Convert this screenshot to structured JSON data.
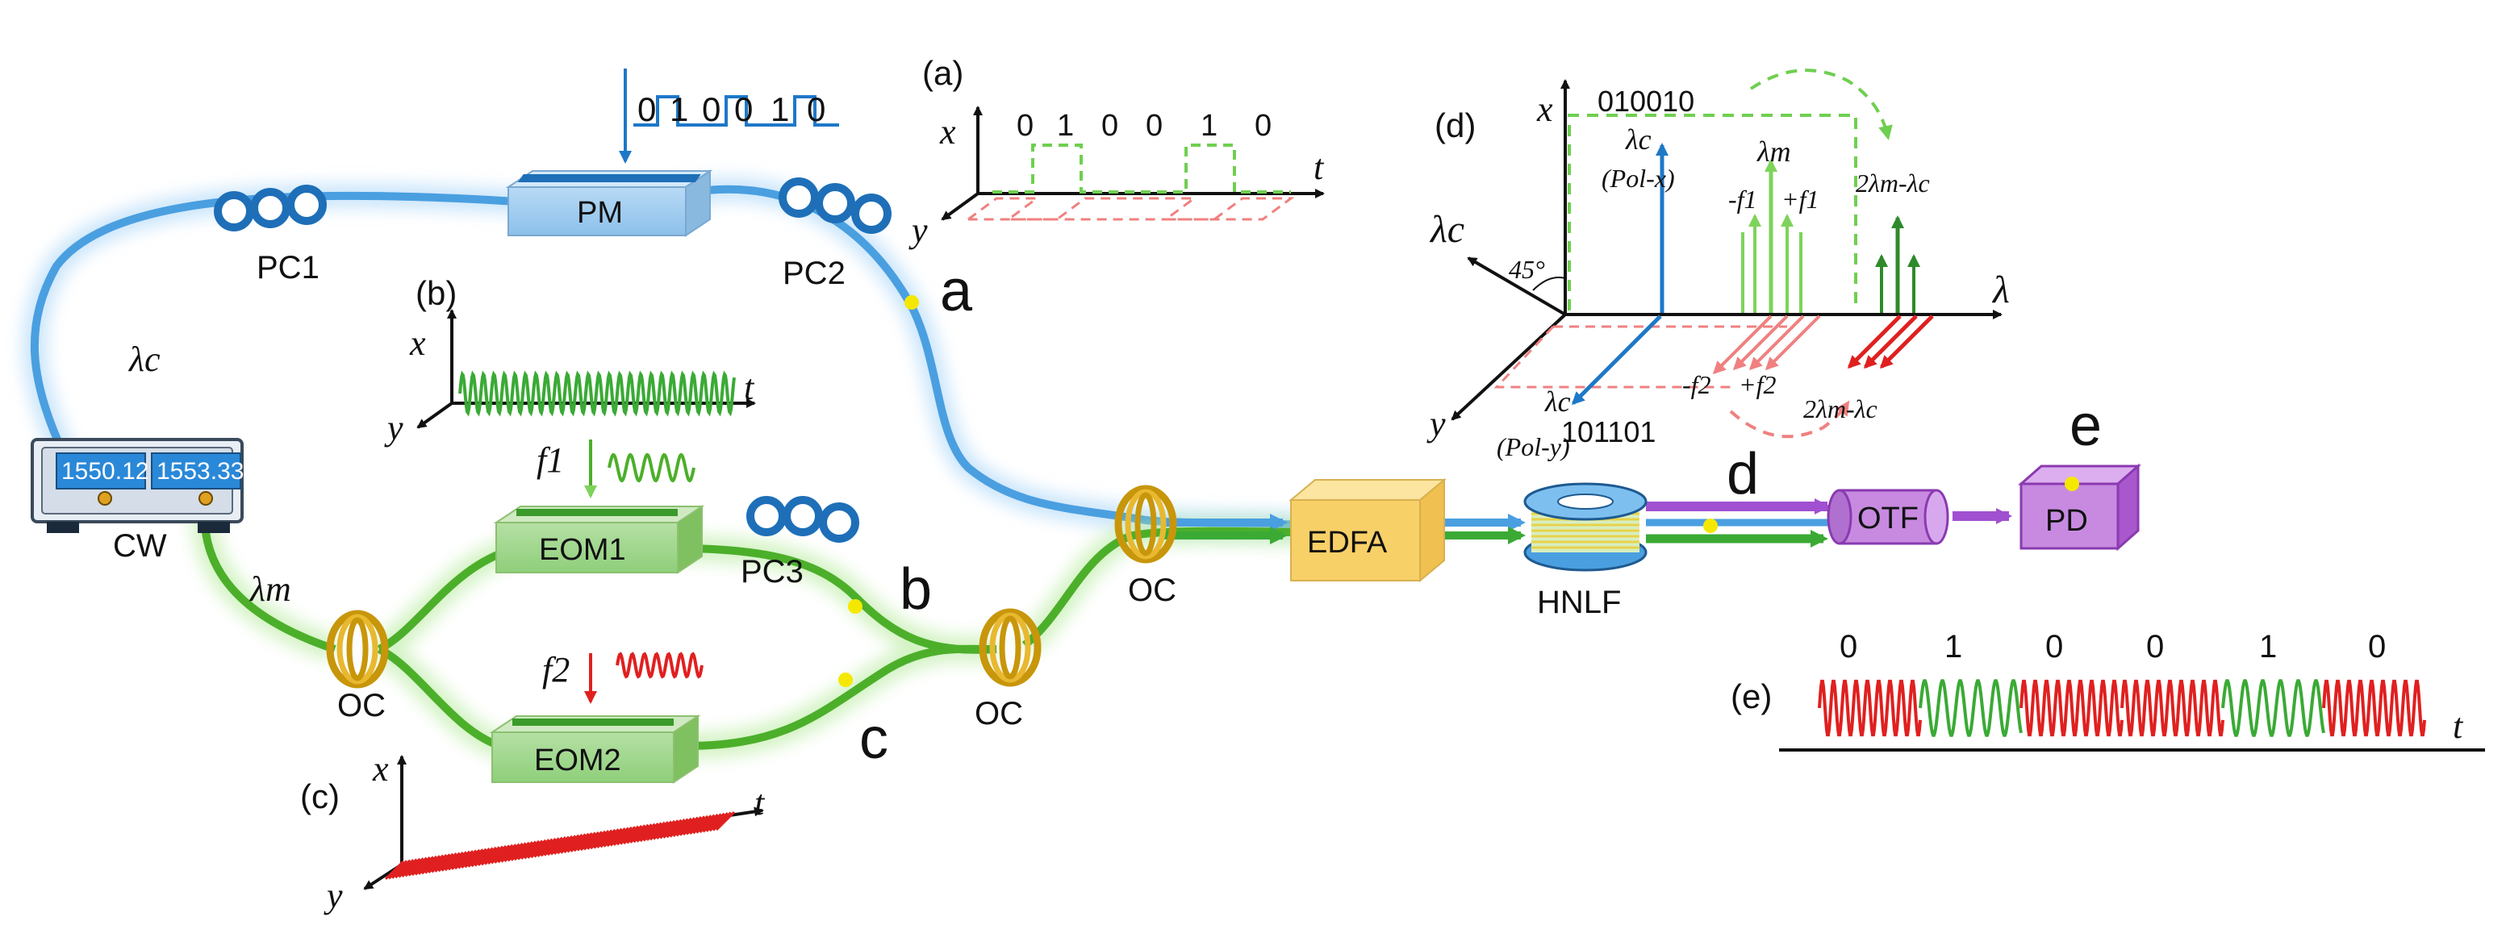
{
  "source": {
    "label": "CW",
    "display_left": "1550.12",
    "display_right": "1553.33"
  },
  "wavelengths": {
    "lambda_c": "λc",
    "lambda_m": "λm"
  },
  "components": {
    "pm": "PM",
    "pc1": "PC1",
    "pc2": "PC2",
    "pc3": "PC3",
    "eom1": "EOM1",
    "eom2": "EOM2",
    "oc": "OC",
    "edfa": "EDFA",
    "hnlf": "HNLF",
    "otf": "OTF",
    "pd": "PD"
  },
  "frequencies": {
    "f1": "f1",
    "f2": "f2"
  },
  "points": {
    "a": "a",
    "b": "b",
    "c": "c",
    "d": "d",
    "e": "e"
  },
  "pm_bits": [
    "0",
    "1",
    "0",
    "0",
    "1",
    "0"
  ],
  "inset_a": {
    "label": "(a)",
    "x_axis": "x",
    "y_axis": "y",
    "t_axis": "t",
    "bits": [
      "0",
      "1",
      "0",
      "0",
      "1",
      "0"
    ]
  },
  "inset_b": {
    "label": "(b)",
    "x_axis": "x",
    "y_axis": "y",
    "t_axis": "t"
  },
  "inset_c": {
    "label": "(c)",
    "x_axis": "x",
    "y_axis": "y",
    "t_axis": "t"
  },
  "inset_d": {
    "label": "(d)",
    "x_axis": "x",
    "y_axis": "y",
    "lambda_axis": "λ",
    "lambda_c_axis": "λc",
    "angle": "45°",
    "code_x": "010010",
    "code_y": "101101",
    "lambda_c_x": "λc",
    "pol_x": "(Pol-x)",
    "lambda_c_y": "λc",
    "pol_y": "(Pol-y)",
    "lambda_m": "λm",
    "minus_f1": "-f1",
    "plus_f1": "+f1",
    "minus_f2": "-f2",
    "plus_f2": "+f2",
    "idler_x": "2λm-λc",
    "idler_y": "2λm-λc"
  },
  "inset_e": {
    "label": "(e)",
    "t_axis": "t",
    "bits": [
      "0",
      "1",
      "0",
      "0",
      "1",
      "0"
    ]
  },
  "colors": {
    "blue_fiber": "#4a9fe0",
    "green_fiber": "#4caf2a",
    "purple_fiber": "#9b59d0",
    "red_signal": "#e02020",
    "green_signal": "#3aaa35",
    "coupler": "#c8960a",
    "edfa": "#f8d068"
  }
}
